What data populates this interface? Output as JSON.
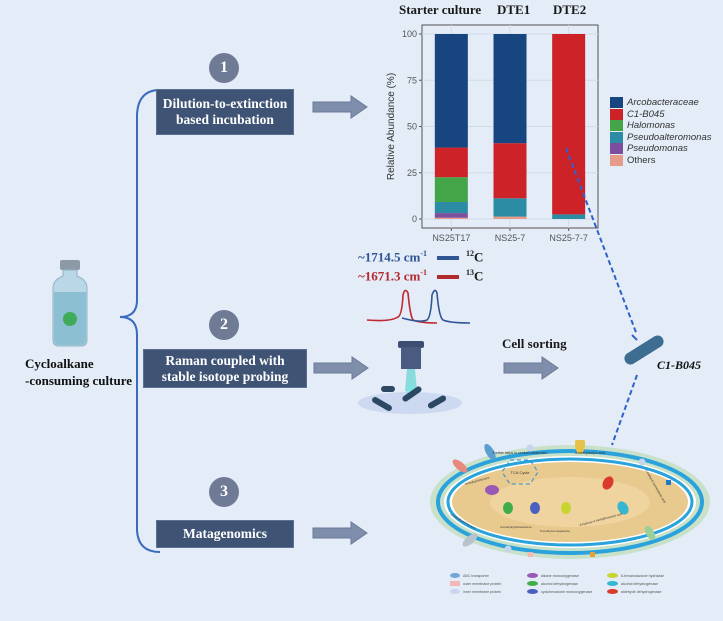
{
  "source": {
    "label_line1": "Cycloalkane",
    "label_line2": "-consuming culture"
  },
  "steps": [
    {
      "number": "1",
      "label_line1": "Dilution-to-extinction",
      "label_line2": "based incubation"
    },
    {
      "number": "2",
      "label_line1": "Raman coupled with",
      "label_line2": "stable isotope probing"
    },
    {
      "number": "3",
      "label_line1": "Matagenomics",
      "label_line2": ""
    }
  ],
  "raman": {
    "peak_12c": {
      "wavenumber": "~1714.5 cm",
      "superscript": "-1",
      "isotope_mass": "12",
      "isotope": "C",
      "color": "#2f5597"
    },
    "peak_13c": {
      "wavenumber": "~1671.3 cm",
      "superscript": "-1",
      "isotope_mass": "13",
      "isotope": "C",
      "color": "#b22a2e"
    }
  },
  "cell_sorting": {
    "label": "Cell sorting",
    "target_label": "C1-B045"
  },
  "chart_data": {
    "type": "bar",
    "stacked": true,
    "column_titles": [
      "Starter culture",
      "DTE1",
      "DTE2"
    ],
    "categories": [
      "NS25T17",
      "NS25-7",
      "NS25-7-7"
    ],
    "ylabel": "Relative Abundance (%)",
    "xlabel": "",
    "ylim": [
      0,
      100
    ],
    "yticks": [
      0,
      25,
      50,
      75,
      100
    ],
    "grid": true,
    "legend_position": "right",
    "series": [
      {
        "name": "Others",
        "color": "#e59a8a",
        "italic": false,
        "values": [
          0.7,
          1.3,
          0
        ]
      },
      {
        "name": "Pseudomonas",
        "color": "#7b4f9d",
        "italic": true,
        "values": [
          2.5,
          0,
          0
        ]
      },
      {
        "name": "Pseudoalteromonas",
        "color": "#2b8ca3",
        "italic": true,
        "values": [
          6.0,
          9.9,
          2.5
        ]
      },
      {
        "name": "Halomonas",
        "color": "#43a548",
        "italic": true,
        "values": [
          13.4,
          0,
          0
        ]
      },
      {
        "name": "C1-B045",
        "color": "#cc2228",
        "italic": true,
        "values": [
          16.0,
          29.8,
          97.5
        ]
      },
      {
        "name": "Arcobacteraceae",
        "color": "#17457f",
        "italic": true,
        "values": [
          61.4,
          59.0,
          0
        ]
      }
    ],
    "legend_order": [
      "Arcobacteraceae",
      "C1-B045",
      "Halomonas",
      "Pseudoalteromonas",
      "Pseudomonas",
      "Others"
    ]
  },
  "cell_diagram": {
    "labels": {
      "further_steps": "Further steps to central metabolism",
      "tca": "TCA Cycle",
      "adipic": "3-methyladipic acid",
      "methylcyclohexane": "methylcyclohexane",
      "cyclohexanol": "4-methylcyclohexanol",
      "cyclohexanone": "4-methylcyclohexanone",
      "oxepanone": "5-methyl-2-oxepanone",
      "hydroxy": "6-hydroxy-4-methylhexanoic acid",
      "oxo": "4-methyl-6-oxohexanoic acid"
    },
    "legend": [
      {
        "label": "ABC transporter",
        "color": "#6fa8d8"
      },
      {
        "label": "outer membrane protein",
        "color": "#f2b8b8"
      },
      {
        "label": "inner membrane protein",
        "color": "#c8d6ee"
      },
      {
        "label": "alkane monooxygenase",
        "color": "#9b59b6"
      },
      {
        "label": "alcohol dehydrogenase",
        "color": "#3fae49"
      },
      {
        "label": "cyclohexanone monooxygenase",
        "color": "#4a5fc1"
      },
      {
        "label": "6-hexanolactone hydrolase",
        "color": "#c8d430"
      },
      {
        "label": "alcohol dehydrogenase",
        "color": "#35b7cf"
      },
      {
        "label": "aldehyde dehydrogenase",
        "color": "#d93a2b"
      }
    ]
  }
}
